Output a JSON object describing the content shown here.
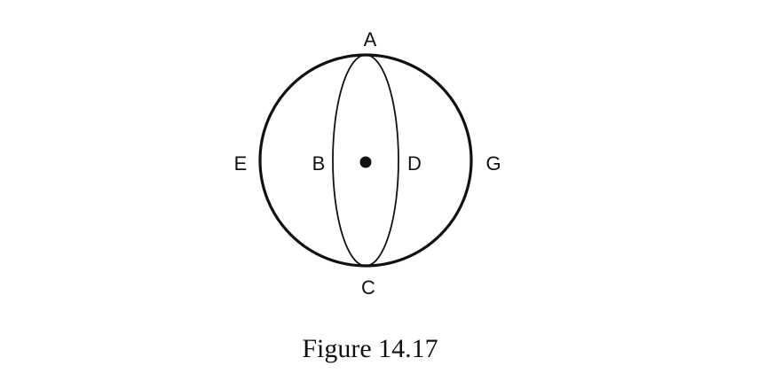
{
  "labels": {
    "A": "A",
    "B": "B",
    "C": "C",
    "D": "D",
    "E": "E",
    "G": "G"
  },
  "caption": "Figure 14.17",
  "colors": {
    "stroke": "#111111",
    "background": "#ffffff"
  }
}
